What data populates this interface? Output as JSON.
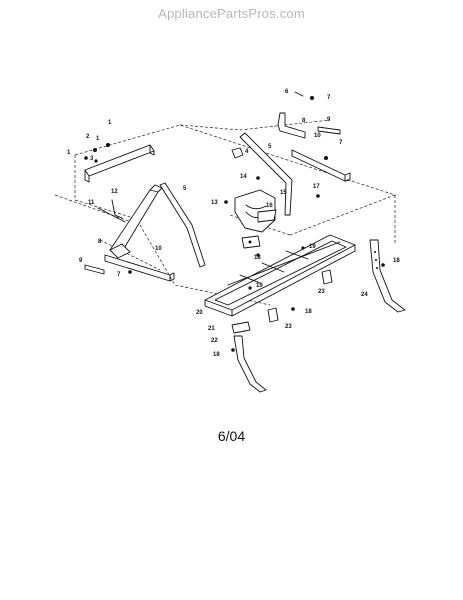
{
  "header": {
    "watermark": "AppliancePartsPros.com"
  },
  "diagram": {
    "date_code": "6/04",
    "callouts": [
      "1",
      "1",
      "1",
      "2",
      "3",
      "4",
      "5",
      "5",
      "6",
      "7",
      "7",
      "7",
      "8",
      "8",
      "9",
      "9",
      "10",
      "10",
      "11",
      "12",
      "13",
      "14",
      "15",
      "16",
      "17",
      "18",
      "18",
      "18",
      "19",
      "19",
      "20",
      "21",
      "22",
      "23",
      "23",
      "24"
    ]
  }
}
